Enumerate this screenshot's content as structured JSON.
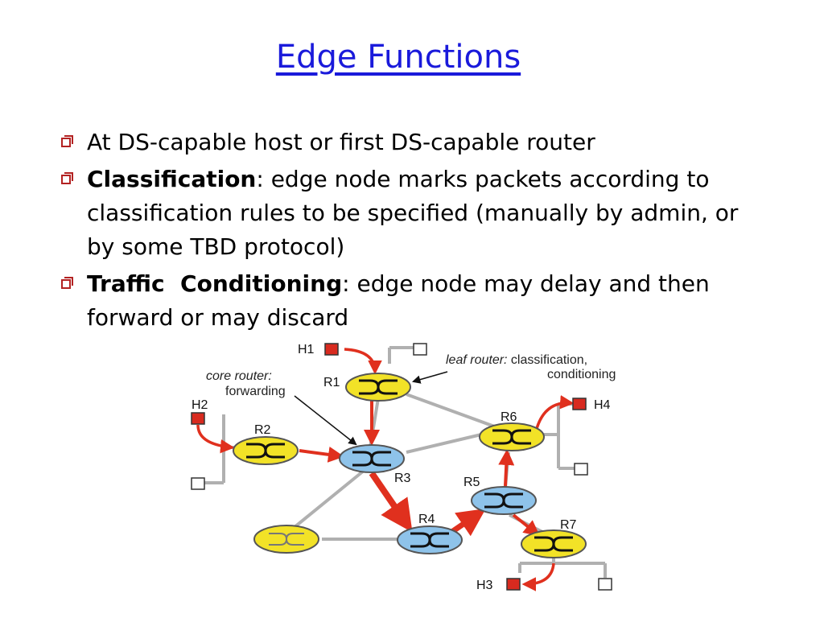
{
  "slide": {
    "title": "Edge Functions",
    "bullets": [
      {
        "text": "At DS-capable host or first DS-capable router"
      },
      {
        "bold": "Classification",
        "text": ": edge node marks packets according to classification rules to be specified (manually by admin, or by some TBD protocol)"
      },
      {
        "bold": "Traffic  Conditioning",
        "text": ": edge node may delay and then forward or may discard"
      }
    ]
  },
  "diagram": {
    "routers": [
      "R1",
      "R2",
      "R3",
      "R4",
      "R5",
      "R6",
      "R7"
    ],
    "hosts": [
      "H1",
      "H2",
      "H3",
      "H4"
    ],
    "annotations": {
      "leaf_italic": "leaf router:",
      "leaf_rest": " classification,",
      "leaf_line2": "conditioning",
      "core_line1": "core router:",
      "core_line2": "forwarding"
    },
    "colors": {
      "leaf_router": "#f2e227",
      "core_router": "#8ec3ea",
      "host_marked": "#d82a1f",
      "flow_arrow": "#e0301e",
      "link": "#b0b0b0"
    }
  }
}
